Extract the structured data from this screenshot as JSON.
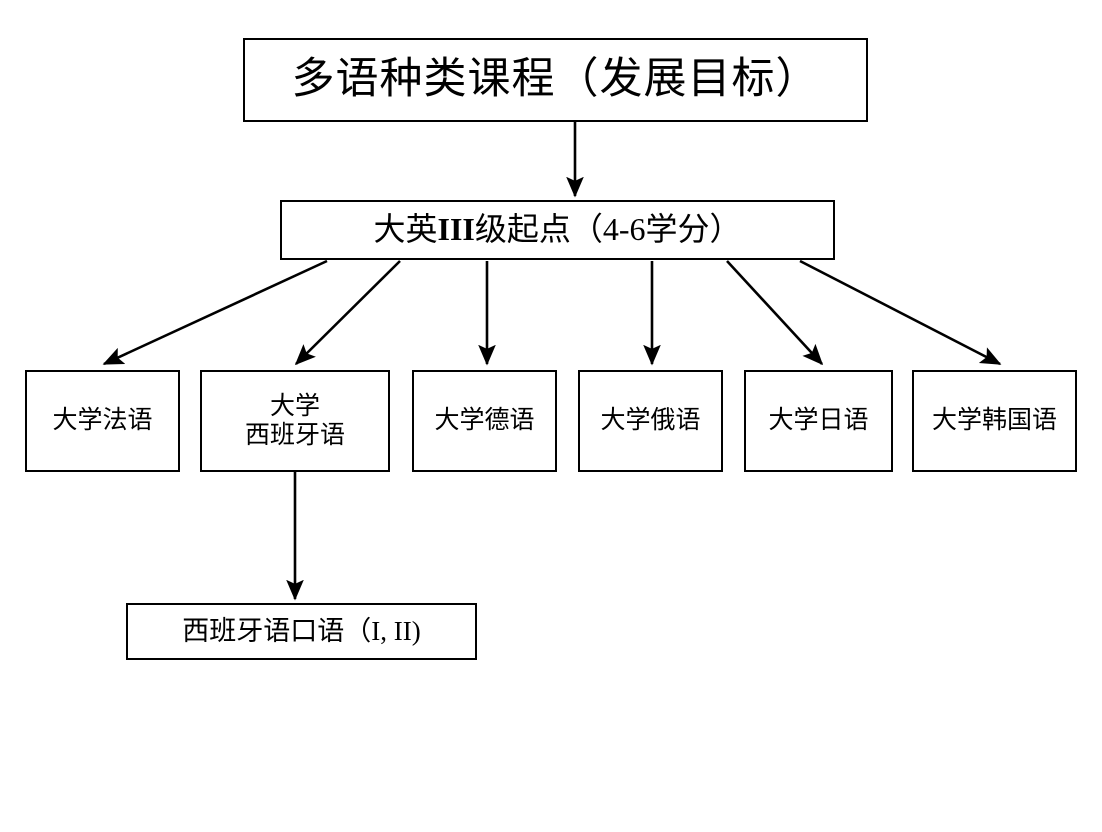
{
  "diagram": {
    "type": "flowchart",
    "orientation": "top-down",
    "background_color": "#ffffff",
    "line_color": "#000000",
    "box_border_color": "#000000",
    "box_fill_color": "#ffffff",
    "title": "多语种类课程（发展目标）"
  },
  "nodes": {
    "root": {
      "label": "多语种类课程（发展目标）"
    },
    "level": {
      "label_part1": "大英",
      "label_roman": "III",
      "label_part2": "级起点（4-6学分）",
      "label_full": "大英III级起点（4-6学分）"
    },
    "languages": [
      {
        "id": "french",
        "label": "大学法语"
      },
      {
        "id": "spanish",
        "label": "大学\n西班牙语"
      },
      {
        "id": "german",
        "label": "大学德语"
      },
      {
        "id": "russian",
        "label": "大学俄语"
      },
      {
        "id": "japanese",
        "label": "大学日语"
      },
      {
        "id": "korean",
        "label": "大学韩国语"
      }
    ],
    "spoken": {
      "label": "西班牙语口语（I, II)"
    }
  },
  "edges": [
    {
      "from": "root",
      "to": "level",
      "style": "arrow-down"
    },
    {
      "from": "level",
      "to": "french",
      "style": "arrow-diagonal-left"
    },
    {
      "from": "level",
      "to": "spanish",
      "style": "arrow-diagonal-left"
    },
    {
      "from": "level",
      "to": "german",
      "style": "arrow-down"
    },
    {
      "from": "level",
      "to": "russian",
      "style": "arrow-down"
    },
    {
      "from": "level",
      "to": "japanese",
      "style": "arrow-diagonal-right"
    },
    {
      "from": "level",
      "to": "korean",
      "style": "arrow-diagonal-right"
    },
    {
      "from": "spanish",
      "to": "spoken",
      "style": "arrow-down"
    }
  ]
}
